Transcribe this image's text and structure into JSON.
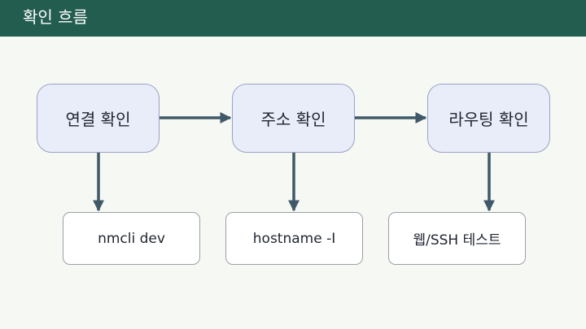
{
  "header": {
    "title": "확인 흐름"
  },
  "diagram": {
    "steps": [
      {
        "label": "연결 확인",
        "detail": "nmcli dev"
      },
      {
        "label": "주소 확인",
        "detail": "hostname -I"
      },
      {
        "label": "라우팅 확인",
        "detail": "웹/SSH 테스트"
      }
    ]
  },
  "colors": {
    "header_bg": "#235d4f",
    "arrow": "#3f5968",
    "primary_fill": "#e9ecf9",
    "primary_border": "#9aa3c7",
    "background": "#f6f8f3"
  }
}
